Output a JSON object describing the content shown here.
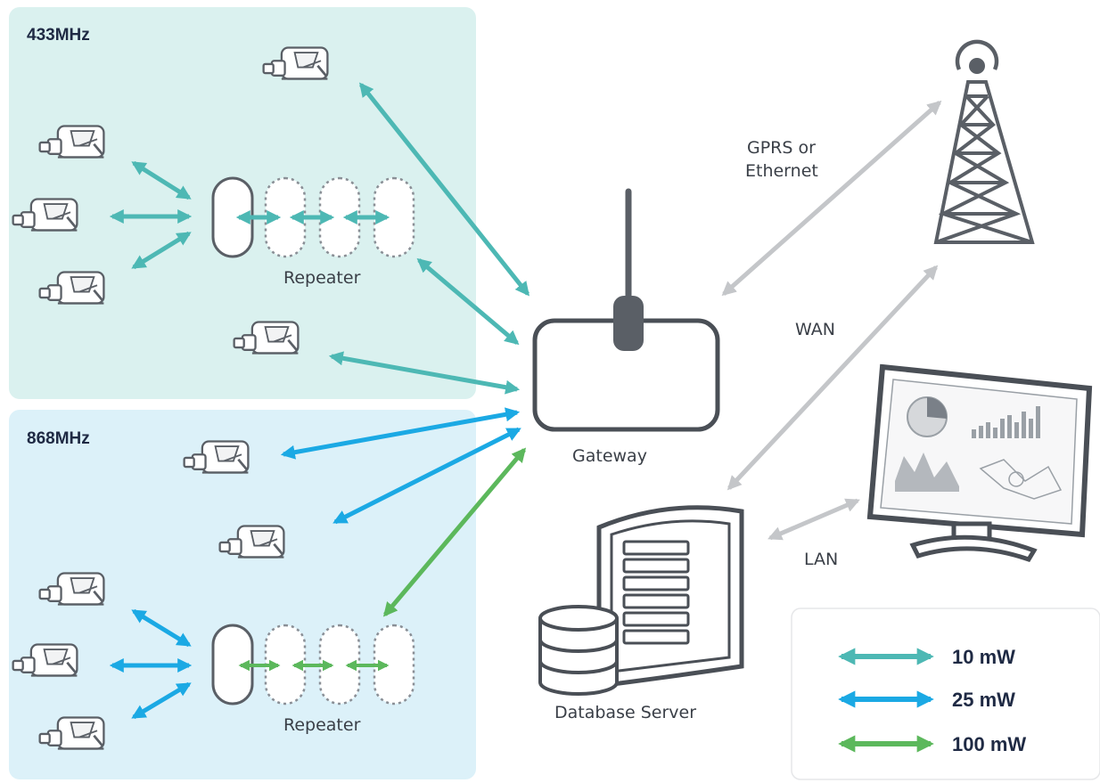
{
  "zones": {
    "band_433": {
      "label": "433MHz",
      "color": "#daf1ef"
    },
    "band_868": {
      "label": "868MHz",
      "color": "#dcf1f9"
    }
  },
  "nodes": {
    "repeater_top": "Repeater",
    "repeater_bottom": "Repeater",
    "gateway": "Gateway",
    "database_server": "Database Server"
  },
  "links": {
    "gprs_line1": "GPRS or",
    "gprs_line2": "Ethernet",
    "wan": "WAN",
    "lan": "LAN"
  },
  "legend": [
    {
      "label": "10 mW",
      "color": "#4db8b4"
    },
    {
      "label": "25 mW",
      "color": "#1ba9e4"
    },
    {
      "label": "100 mW",
      "color": "#5cb85c"
    }
  ],
  "colors": {
    "arrow_10mw": "#4db8b4",
    "arrow_25mw": "#1ba9e4",
    "arrow_100mw": "#5cb85c",
    "arrow_network": "#c4c6c9",
    "device_stroke": "#5a5f66"
  }
}
